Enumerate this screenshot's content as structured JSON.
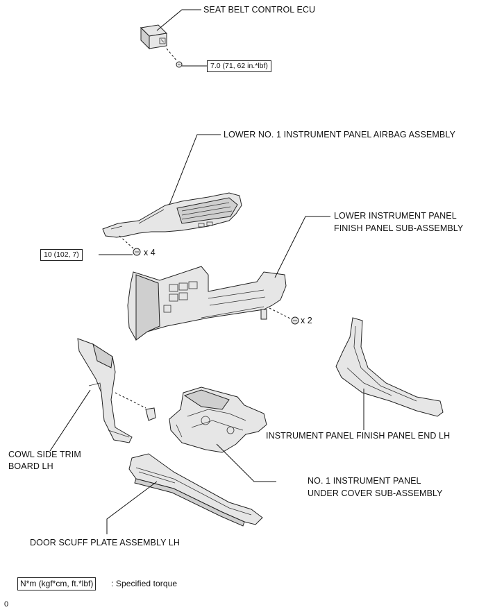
{
  "labels": {
    "seat_belt_ecu": "SEAT BELT CONTROL ECU",
    "airbag_assembly": "LOWER NO. 1 INSTRUMENT PANEL AIRBAG ASSEMBLY",
    "finish_panel_line1": "LOWER INSTRUMENT PANEL",
    "finish_panel_line2": "FINISH PANEL SUB-ASSEMBLY",
    "cowl_line1": "COWL SIDE TRIM",
    "cowl_line2": "BOARD LH",
    "finish_panel_end": "INSTRUMENT PANEL FINISH PANEL END LH",
    "under_cover_line1": "NO. 1 INSTRUMENT PANEL",
    "under_cover_line2": "UNDER COVER SUB-ASSEMBLY",
    "door_scuff": "DOOR SCUFF PLATE ASSEMBLY LH"
  },
  "torques": {
    "ecu_bolt": "7.0 (71, 62 in.*lbf)",
    "airbag_bolts": "10 (102, 7)"
  },
  "quantities": {
    "airbag_bolts": "x 4",
    "panel_clips": "x 2"
  },
  "legend": {
    "unit_box": "N*m (kgf*cm, ft.*lbf)",
    "description": ": Specified torque"
  },
  "footer_code": "0"
}
